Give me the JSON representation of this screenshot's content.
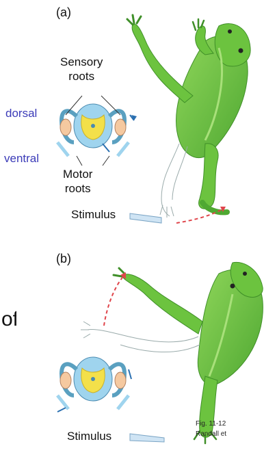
{
  "panel_a": {
    "label": "(a)",
    "sensory_line1": "Sensory",
    "sensory_line2": "roots",
    "motor_line1": "Motor",
    "motor_line2": "roots",
    "stimulus": "Stimulus",
    "dorsal": "dorsal",
    "ventral": "ventral"
  },
  "panel_b": {
    "label": "(b)",
    "stimulus": "Stimulus"
  },
  "side_text": "of",
  "caption": {
    "line1": "Fig. 11-12",
    "line2": "Randall et"
  },
  "colors": {
    "frog_green": "#6cc33f",
    "frog_dark": "#3f8f28",
    "cord_blue": "#9fd4ee",
    "gray_matter": "#f3e04a",
    "arrow_red": "#e0454b",
    "label_blue": "#3b3bb8"
  }
}
